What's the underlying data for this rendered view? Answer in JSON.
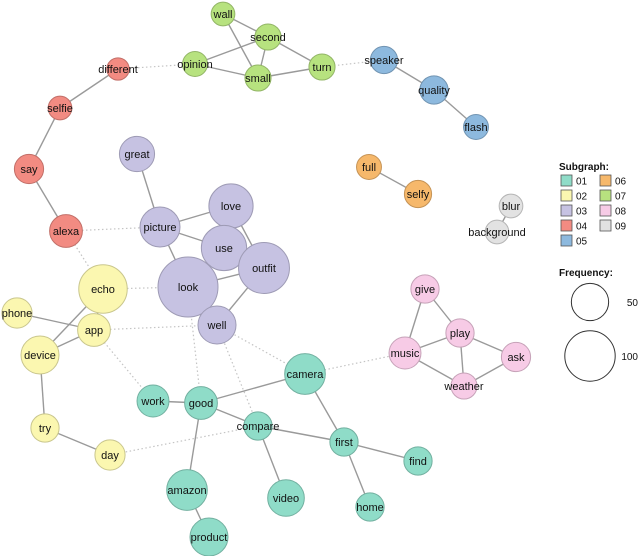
{
  "colors": {
    "01": "#8fdcc8",
    "02": "#fbf7b0",
    "03": "#c6c2e2",
    "04": "#f28b82",
    "05": "#8db9de",
    "06": "#f6b86b",
    "07": "#b7e27f",
    "08": "#f7cbe6",
    "09": "#e2e2e2"
  },
  "legend": {
    "subgraph_title": "Subgraph:",
    "items": [
      {
        "label": "01",
        "group": "01"
      },
      {
        "label": "06",
        "group": "06"
      },
      {
        "label": "02",
        "group": "02"
      },
      {
        "label": "07",
        "group": "07"
      },
      {
        "label": "03",
        "group": "03"
      },
      {
        "label": "08",
        "group": "08"
      },
      {
        "label": "04",
        "group": "04"
      },
      {
        "label": "09",
        "group": "09"
      },
      {
        "label": "05",
        "group": "05"
      }
    ],
    "frequency_title": "Frequency:",
    "frequency": [
      {
        "label": "50",
        "value": 50
      },
      {
        "label": "100",
        "value": 100
      }
    ]
  },
  "nodes": [
    {
      "id": "wall",
      "group": "07",
      "freq": 6
    },
    {
      "id": "second",
      "group": "07",
      "freq": 8
    },
    {
      "id": "opinion",
      "group": "07",
      "freq": 7
    },
    {
      "id": "small",
      "group": "07",
      "freq": 8
    },
    {
      "id": "turn",
      "group": "07",
      "freq": 8
    },
    {
      "id": "different",
      "group": "04",
      "freq": 5
    },
    {
      "id": "selfie",
      "group": "04",
      "freq": 6
    },
    {
      "id": "say",
      "group": "04",
      "freq": 11
    },
    {
      "id": "alexa",
      "group": "04",
      "freq": 15
    },
    {
      "id": "speaker",
      "group": "05",
      "freq": 9
    },
    {
      "id": "quality",
      "group": "05",
      "freq": 10
    },
    {
      "id": "flash",
      "group": "05",
      "freq": 7
    },
    {
      "id": "full",
      "group": "06",
      "freq": 7
    },
    {
      "id": "selfy",
      "group": "06",
      "freq": 9
    },
    {
      "id": "blur",
      "group": "09",
      "freq": 6
    },
    {
      "id": "background",
      "group": "09",
      "freq": 6
    },
    {
      "id": "great",
      "group": "03",
      "freq": 18
    },
    {
      "id": "picture",
      "group": "03",
      "freq": 25
    },
    {
      "id": "love",
      "group": "03",
      "freq": 32
    },
    {
      "id": "use",
      "group": "03",
      "freq": 34
    },
    {
      "id": "outfit",
      "group": "03",
      "freq": 45
    },
    {
      "id": "look",
      "group": "03",
      "freq": 66
    },
    {
      "id": "well",
      "group": "03",
      "freq": 22
    },
    {
      "id": "echo",
      "group": "02",
      "freq": 40
    },
    {
      "id": "phone",
      "group": "02",
      "freq": 12
    },
    {
      "id": "app",
      "group": "02",
      "freq": 15
    },
    {
      "id": "device",
      "group": "02",
      "freq": 22
    },
    {
      "id": "try",
      "group": "02",
      "freq": 10
    },
    {
      "id": "day",
      "group": "02",
      "freq": 12
    },
    {
      "id": "give",
      "group": "08",
      "freq": 10
    },
    {
      "id": "play",
      "group": "08",
      "freq": 10
    },
    {
      "id": "music",
      "group": "08",
      "freq": 14
    },
    {
      "id": "ask",
      "group": "08",
      "freq": 11
    },
    {
      "id": "weather",
      "group": "08",
      "freq": 8
    },
    {
      "id": "camera",
      "group": "01",
      "freq": 26
    },
    {
      "id": "work",
      "group": "01",
      "freq": 14
    },
    {
      "id": "good",
      "group": "01",
      "freq": 15
    },
    {
      "id": "compare",
      "group": "01",
      "freq": 10
    },
    {
      "id": "first",
      "group": "01",
      "freq": 10
    },
    {
      "id": "find",
      "group": "01",
      "freq": 10
    },
    {
      "id": "amazon",
      "group": "01",
      "freq": 26
    },
    {
      "id": "video",
      "group": "01",
      "freq": 20
    },
    {
      "id": "home",
      "group": "01",
      "freq": 10
    },
    {
      "id": "product",
      "group": "01",
      "freq": 22
    }
  ],
  "edges": [
    {
      "s": "wall",
      "t": "second",
      "style": "solid"
    },
    {
      "s": "wall",
      "t": "small",
      "style": "solid"
    },
    {
      "s": "second",
      "t": "opinion",
      "style": "solid"
    },
    {
      "s": "second",
      "t": "small",
      "style": "solid"
    },
    {
      "s": "second",
      "t": "turn",
      "style": "solid"
    },
    {
      "s": "opinion",
      "t": "small",
      "style": "solid"
    },
    {
      "s": "small",
      "t": "turn",
      "style": "solid"
    },
    {
      "s": "different",
      "t": "opinion",
      "style": "dotted"
    },
    {
      "s": "different",
      "t": "selfie",
      "style": "solid"
    },
    {
      "s": "selfie",
      "t": "say",
      "style": "solid"
    },
    {
      "s": "say",
      "t": "alexa",
      "style": "solid"
    },
    {
      "s": "turn",
      "t": "speaker",
      "style": "dotted"
    },
    {
      "s": "speaker",
      "t": "quality",
      "style": "solid"
    },
    {
      "s": "quality",
      "t": "flash",
      "style": "solid"
    },
    {
      "s": "full",
      "t": "selfy",
      "style": "solid"
    },
    {
      "s": "blur",
      "t": "background",
      "style": "solid"
    },
    {
      "s": "great",
      "t": "picture",
      "style": "solid"
    },
    {
      "s": "picture",
      "t": "love",
      "style": "solid"
    },
    {
      "s": "picture",
      "t": "use",
      "style": "solid"
    },
    {
      "s": "picture",
      "t": "look",
      "style": "solid"
    },
    {
      "s": "love",
      "t": "use",
      "style": "solid"
    },
    {
      "s": "love",
      "t": "outfit",
      "style": "solid"
    },
    {
      "s": "use",
      "t": "outfit",
      "style": "solid"
    },
    {
      "s": "use",
      "t": "look",
      "style": "solid"
    },
    {
      "s": "look",
      "t": "outfit",
      "style": "solid"
    },
    {
      "s": "look",
      "t": "well",
      "style": "solid"
    },
    {
      "s": "outfit",
      "t": "well",
      "style": "solid"
    },
    {
      "s": "alexa",
      "t": "picture",
      "style": "dotted"
    },
    {
      "s": "alexa",
      "t": "echo",
      "style": "dotted"
    },
    {
      "s": "echo",
      "t": "app",
      "style": "solid"
    },
    {
      "s": "echo",
      "t": "device",
      "style": "solid"
    },
    {
      "s": "phone",
      "t": "app",
      "style": "solid"
    },
    {
      "s": "app",
      "t": "device",
      "style": "solid"
    },
    {
      "s": "device",
      "t": "try",
      "style": "solid"
    },
    {
      "s": "try",
      "t": "day",
      "style": "solid"
    },
    {
      "s": "echo",
      "t": "look",
      "style": "dotted"
    },
    {
      "s": "app",
      "t": "well",
      "style": "dotted"
    },
    {
      "s": "app",
      "t": "work",
      "style": "dotted"
    },
    {
      "s": "day",
      "t": "compare",
      "style": "dotted"
    },
    {
      "s": "look",
      "t": "good",
      "style": "dotted"
    },
    {
      "s": "well",
      "t": "compare",
      "style": "dotted"
    },
    {
      "s": "well",
      "t": "camera",
      "style": "dotted"
    },
    {
      "s": "camera",
      "t": "music",
      "style": "dotted"
    },
    {
      "s": "give",
      "t": "music",
      "style": "solid"
    },
    {
      "s": "give",
      "t": "play",
      "style": "solid"
    },
    {
      "s": "music",
      "t": "play",
      "style": "solid"
    },
    {
      "s": "music",
      "t": "weather",
      "style": "solid"
    },
    {
      "s": "play",
      "t": "ask",
      "style": "solid"
    },
    {
      "s": "play",
      "t": "weather",
      "style": "solid"
    },
    {
      "s": "ask",
      "t": "weather",
      "style": "solid"
    },
    {
      "s": "camera",
      "t": "good",
      "style": "solid"
    },
    {
      "s": "camera",
      "t": "first",
      "style": "solid"
    },
    {
      "s": "work",
      "t": "good",
      "style": "solid"
    },
    {
      "s": "good",
      "t": "compare",
      "style": "solid"
    },
    {
      "s": "good",
      "t": "amazon",
      "style": "solid"
    },
    {
      "s": "compare",
      "t": "first",
      "style": "solid"
    },
    {
      "s": "compare",
      "t": "video",
      "style": "solid"
    },
    {
      "s": "first",
      "t": "find",
      "style": "solid"
    },
    {
      "s": "first",
      "t": "home",
      "style": "solid"
    },
    {
      "s": "amazon",
      "t": "product",
      "style": "solid"
    }
  ]
}
